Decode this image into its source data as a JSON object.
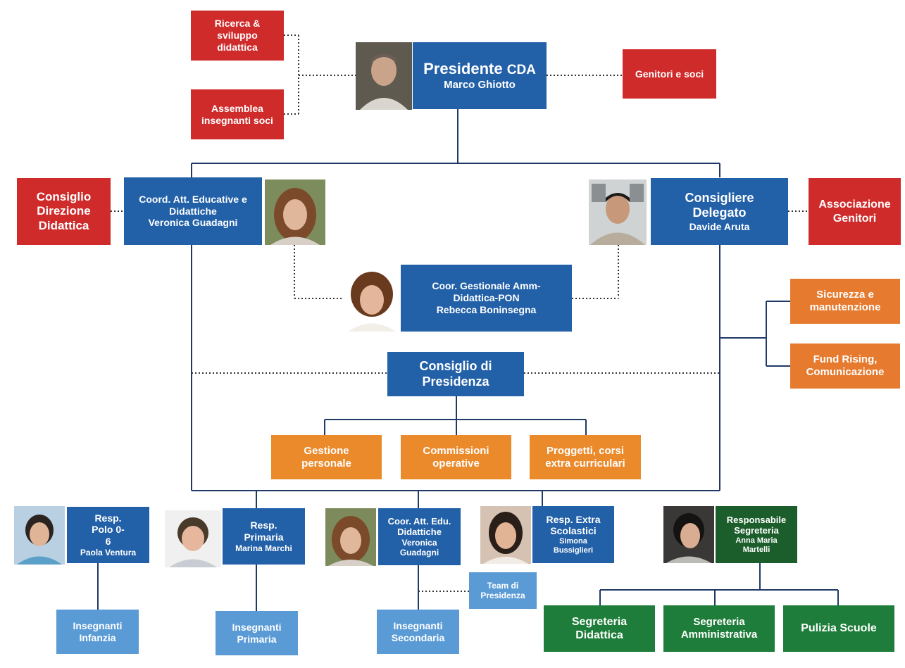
{
  "top_left": {
    "ricerca": "Ricerca & sviluppo didattica",
    "assemblea": "Assemblea insegnanti soci"
  },
  "presidente": {
    "title": "Presidente",
    "title_suffix": "CDA",
    "name": "Marco Ghiotto"
  },
  "genitori_soci": "Genitori e soci",
  "consiglio_direzione": "Consiglio Direzione Didattica",
  "coord_att": {
    "title": "Coord. Att. Educative e Didattiche",
    "name": "Veronica Guadagni"
  },
  "consigliere": {
    "title": "Consigliere Delegato",
    "name": "Davide Aruta"
  },
  "associazione_genitori": "Associazione Genitori",
  "coor_gestionale": {
    "title": "Coor. Gestionale Amm-Didattica-PON",
    "name": "Rebecca Boninsegna"
  },
  "sicurezza": "Sicurezza e manutenzione",
  "fund": "Fund Rising, Comunicazione",
  "consiglio_presidenza": "Consiglio di Presidenza",
  "gestione_personale": "Gestione personale",
  "commissioni": "Commissioni operative",
  "progetti": "Proggetti, corsi extra curriculari",
  "resp_polo": {
    "title": "Resp. Polo 0-6",
    "name": "Paola Ventura"
  },
  "resp_primaria": {
    "title": "Resp. Primaria",
    "name": "Marina Marchi"
  },
  "coor_edu": {
    "title": "Coor. Att. Edu. Didattiche",
    "name": "Veronica Guadagni"
  },
  "resp_extra": {
    "title": "Resp. Extra Scolastici",
    "name": "Simona Bussiglieri"
  },
  "resp_segreteria": {
    "title": "Responsabile Segreteria",
    "name": "Anna Maria Martelli"
  },
  "team_presidenza": "Team di Presidenza",
  "insegnanti_infanzia": "Insegnanti Infanzia",
  "insegnanti_primaria": "Insegnanti Primaria",
  "insegnanti_secondaria": "Insegnanti Secondaria",
  "segreteria_didattica": "Segreteria Didattica",
  "segreteria_amministrativa": "Segreteria Amministrativa",
  "pulizia": "Pulizia Scuole",
  "colors": {
    "red": "#cf2b2b",
    "blue": "#2260a8",
    "light_blue": "#5a9bd6",
    "orange": "#e67a2e",
    "green": "#1e7d3a",
    "line": "#1f3a66"
  }
}
